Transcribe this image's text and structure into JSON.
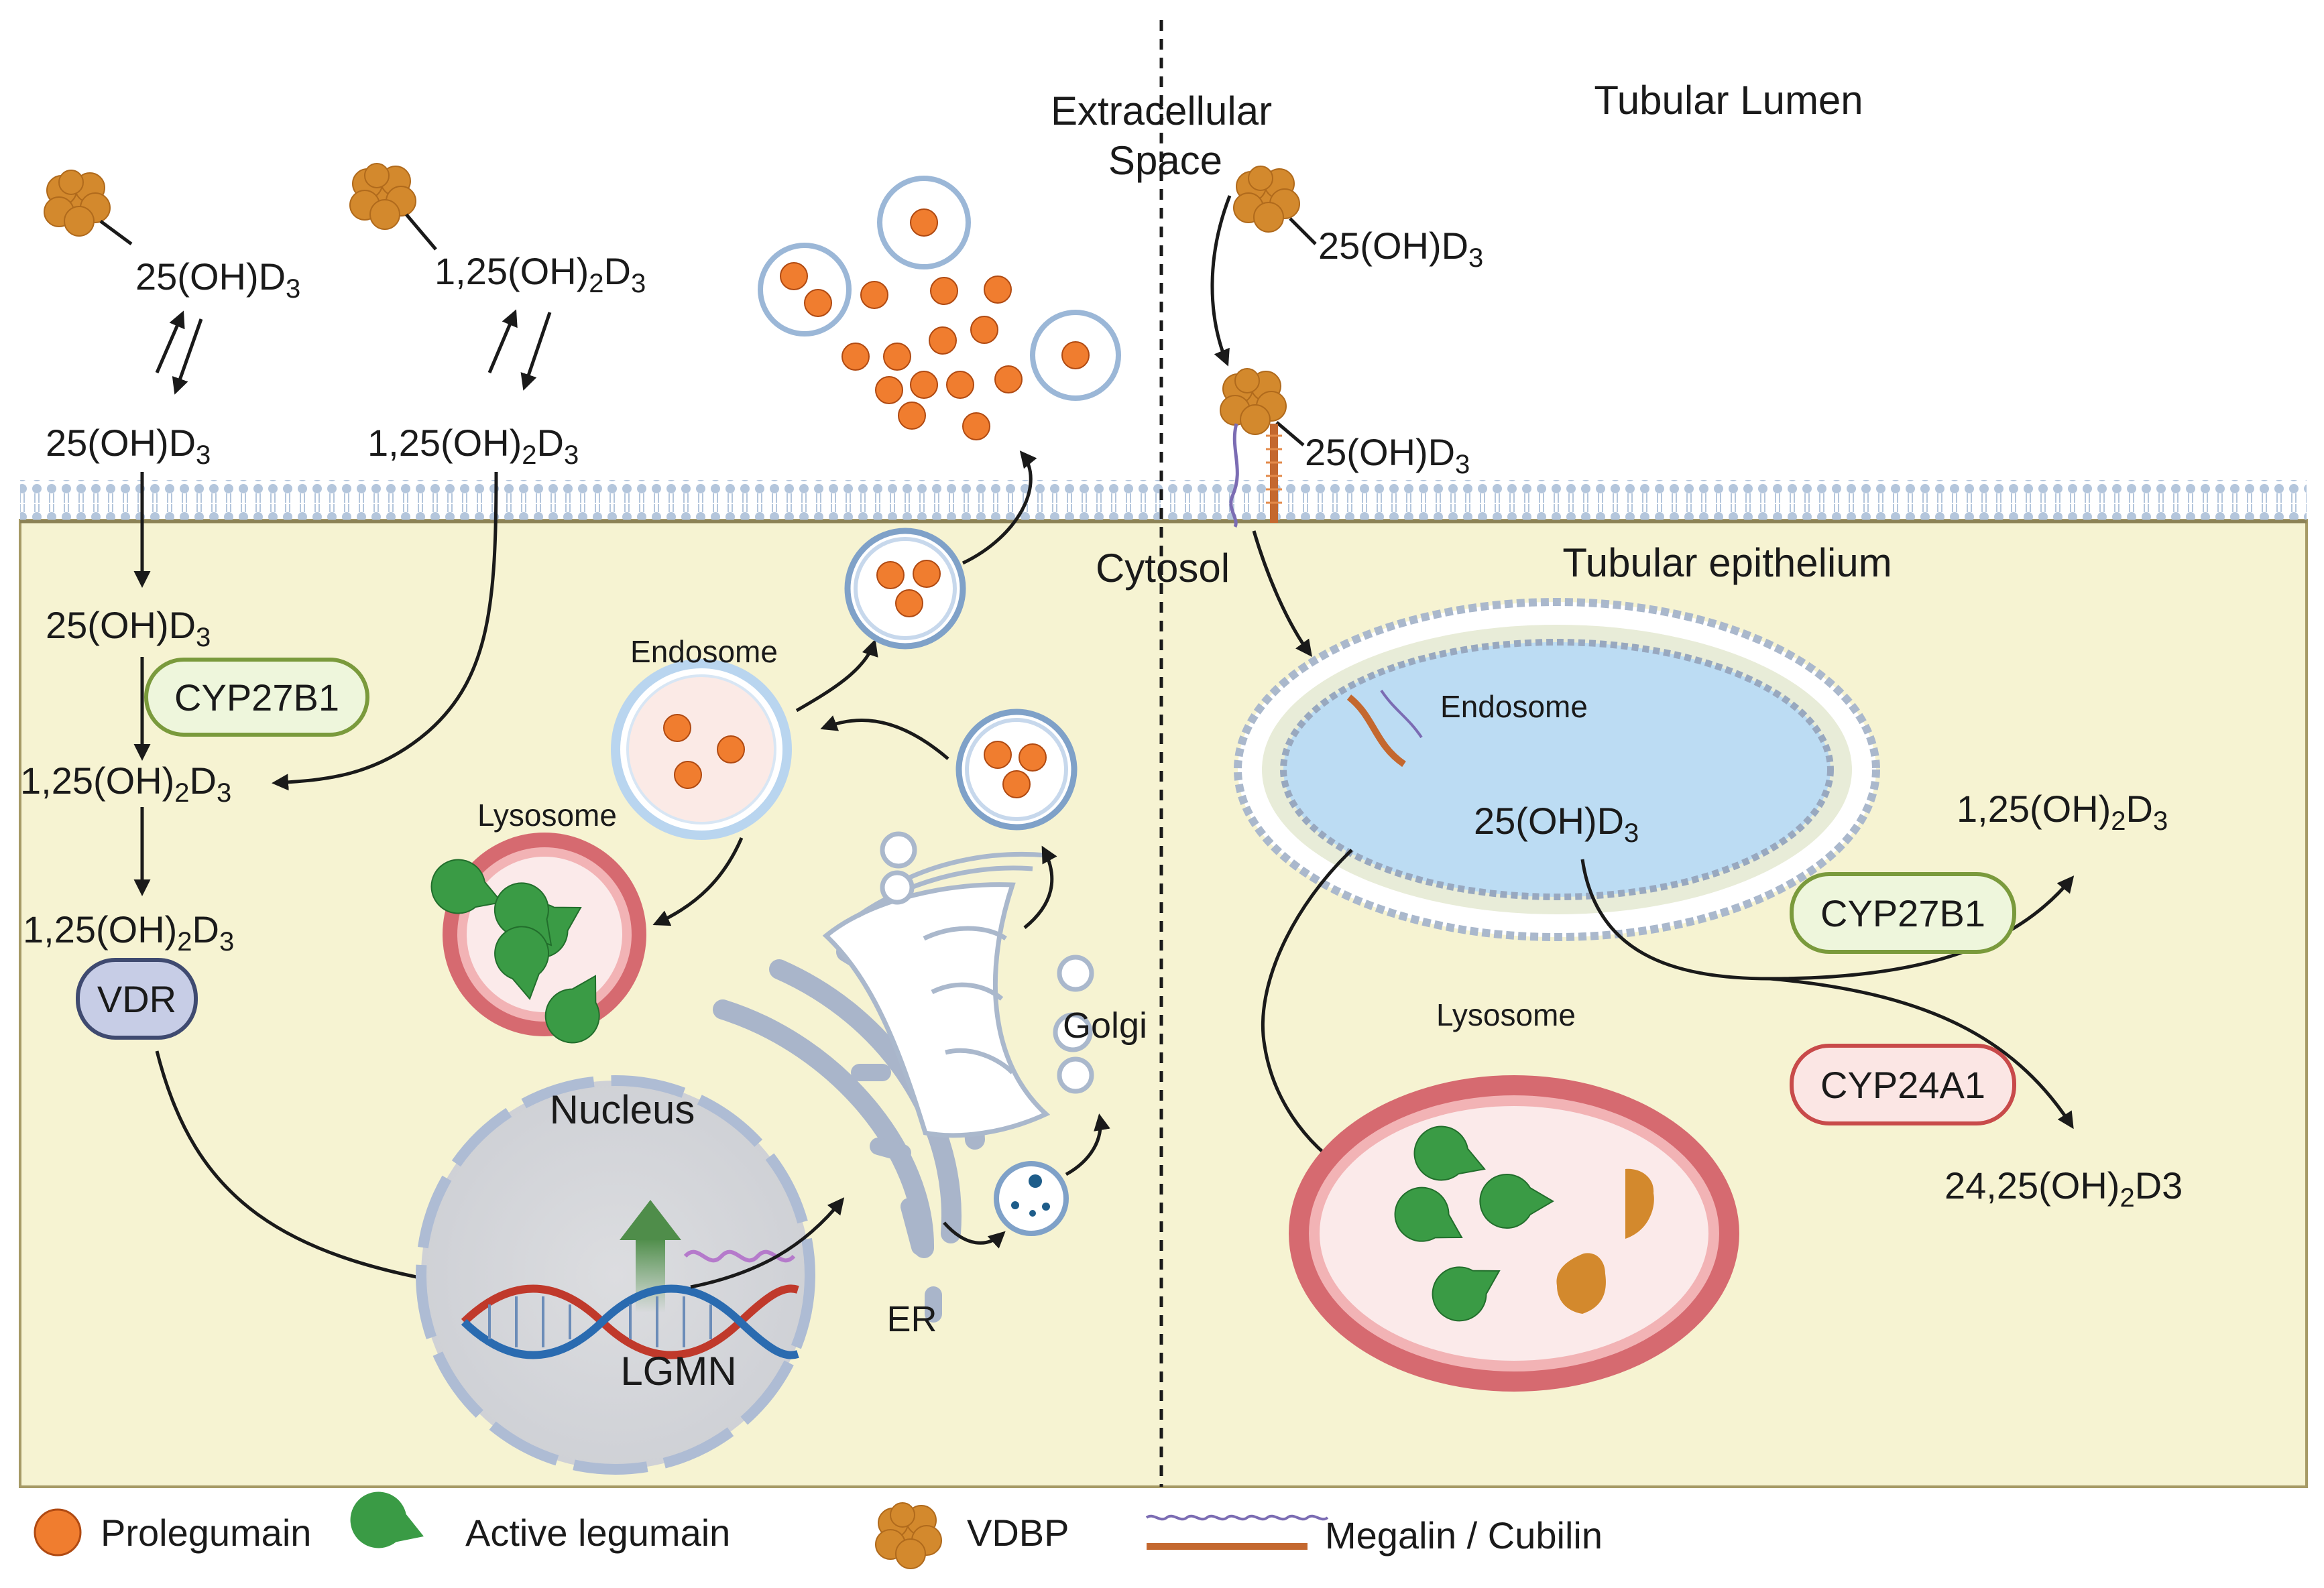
{
  "regions": {
    "extracellular": [
      "Extracellular",
      "Space"
    ],
    "tubular_lumen": "Tubular Lumen",
    "cytosol": "Cytosol",
    "tubular_epithelium": "Tubular epithelium"
  },
  "metabolites": {
    "d25": "25(OH)D",
    "d125": "1,25(OH)",
    "d125_tail": "D",
    "sub2": "2",
    "sub3": "3",
    "d2425": "24,25(OH)",
    "d2425_tail": "D3"
  },
  "enzymes": {
    "cyp27b1": "CYP27B1",
    "cyp24a1": "CYP24A1",
    "vdr": "VDR"
  },
  "organelles": {
    "endosome": "Endosome",
    "lysosome": "Lysosome",
    "golgi": "Golgi",
    "er": "ER",
    "nucleus": "Nucleus",
    "gene": "LGMN"
  },
  "legend": {
    "prolegumain": "Prolegumain",
    "active_legumain": "Active legumain",
    "vdbp": "VDBP",
    "megalin_cubilin": "Megalin / Cubilin"
  },
  "colors": {
    "cytoplasm": "#f6f3d2",
    "membrane": "#b4c6dc",
    "prolegumain": "#f07d2f",
    "active_legumain": "#3a9b45",
    "vdbp": "#d3892d",
    "cyp27b1_border": "#7a9a3c",
    "cyp24a1_border": "#c84a4a",
    "vdr_fill": "#c7cde6",
    "endosome_fill": "#bcdcf3",
    "lysosome_ring": "#d66a70"
  }
}
